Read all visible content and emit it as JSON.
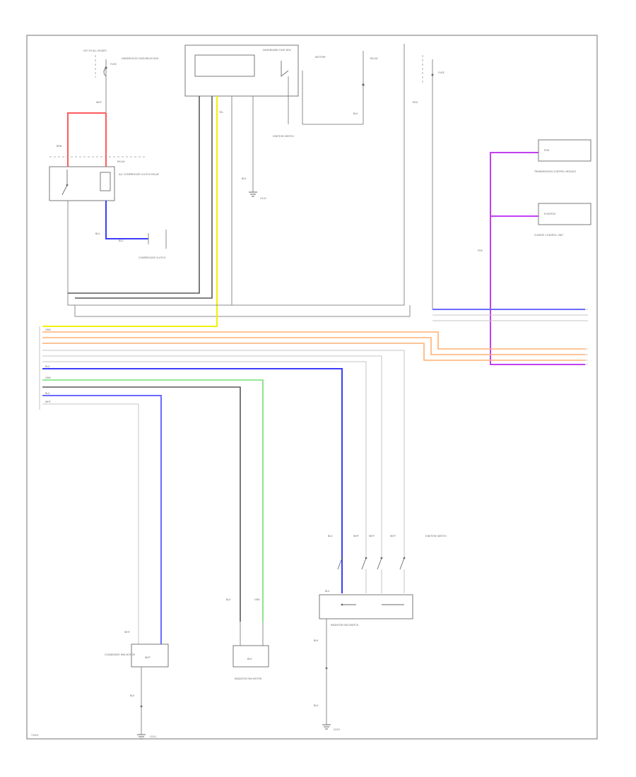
{
  "labels": {
    "lbl_01": "HOT IN ALL MODES",
    "lbl_02": "FUSE",
    "lbl_03": "UNDERHOOD FUSE/RELAY BOX",
    "lbl_04": "WHT",
    "lbl_05": "BRN",
    "lbl_06": "RELAY",
    "lbl_07": "A/C COMPRESSOR CLUTCH RELAY",
    "lbl_08": "BLU",
    "lbl_09": "BLU",
    "lbl_10": "COMPRESSOR CLUTCH",
    "lbl_11": "BATTERY",
    "lbl_12": "RELAY",
    "lbl_13": "BLK",
    "lbl_14": "BLK",
    "lbl_15": "G101",
    "lbl_16": "IGNITION SWITCH",
    "lbl_17": "FUSE",
    "lbl_18": "YEL",
    "lbl_19": "DASHBOARD FUSE BOX",
    "lbl_20": "RED",
    "lbl_21": "PCM",
    "lbl_22": "TRANSMISSION CONTROL MODULE",
    "lbl_23": "ECM/PCM",
    "lbl_24": "CLIMATE CONTROL UNIT",
    "lbl_25": "PUR",
    "lbl_26": "ORN",
    "lbl_27": "BLU",
    "lbl_28": "GRN",
    "lbl_29": "WHT",
    "lbl_30": "BLU",
    "lbl_31": "WHT",
    "lbl_32": "WHT",
    "lbl_33": "BLU",
    "lbl_34": "WHT",
    "lbl_35": "WHT",
    "lbl_36": "WHT",
    "lbl_37": "IGNITION SWITCH",
    "lbl_38": "BLU",
    "lbl_39": "GRN",
    "lbl_40": "BLU",
    "lbl_41": "BLK",
    "lbl_42": "CONDENSER FAN MOTOR",
    "lbl_43": "RADIATOR FAN MOTOR",
    "lbl_44": "RADIATOR FAN SWITCH",
    "lbl_45": "BLK",
    "lbl_46": "BLK",
    "lbl_47": "G101",
    "lbl_48": "BLK",
    "lbl_49": "G201",
    "lbl_50": "T1001"
  }
}
